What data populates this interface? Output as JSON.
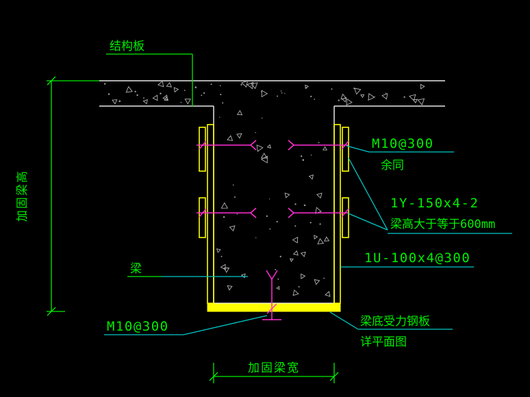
{
  "drawing": {
    "type": "structural-reinforcement-detail",
    "annotations": {
      "slab_label": "结构板",
      "beam_label": "梁",
      "dim_height_label": "加固梁高",
      "dim_width_label": "加固梁宽",
      "anchor_top_label": "M10@300",
      "anchor_top_note": "余同",
      "side_plate_spec": "1Y-150x4-2",
      "side_plate_condition": "梁高大于等于600mm",
      "u_hoop_spec": "1U-100x4@300",
      "anchor_bottom_label": "M10@300",
      "bottom_plate_label": "梁底受力钢板",
      "bottom_plate_note": "详平面图"
    },
    "colors": {
      "background": "#000000",
      "concrete_outline": "#e8e8e8",
      "concrete_texture": "#b5b5b5",
      "steel_plate": "#ffff00",
      "anchor_bolt": "#ff2fd4",
      "dimension": "#00ef00",
      "annotation_text": "#00ef00",
      "leader": "#00c9c9"
    }
  }
}
